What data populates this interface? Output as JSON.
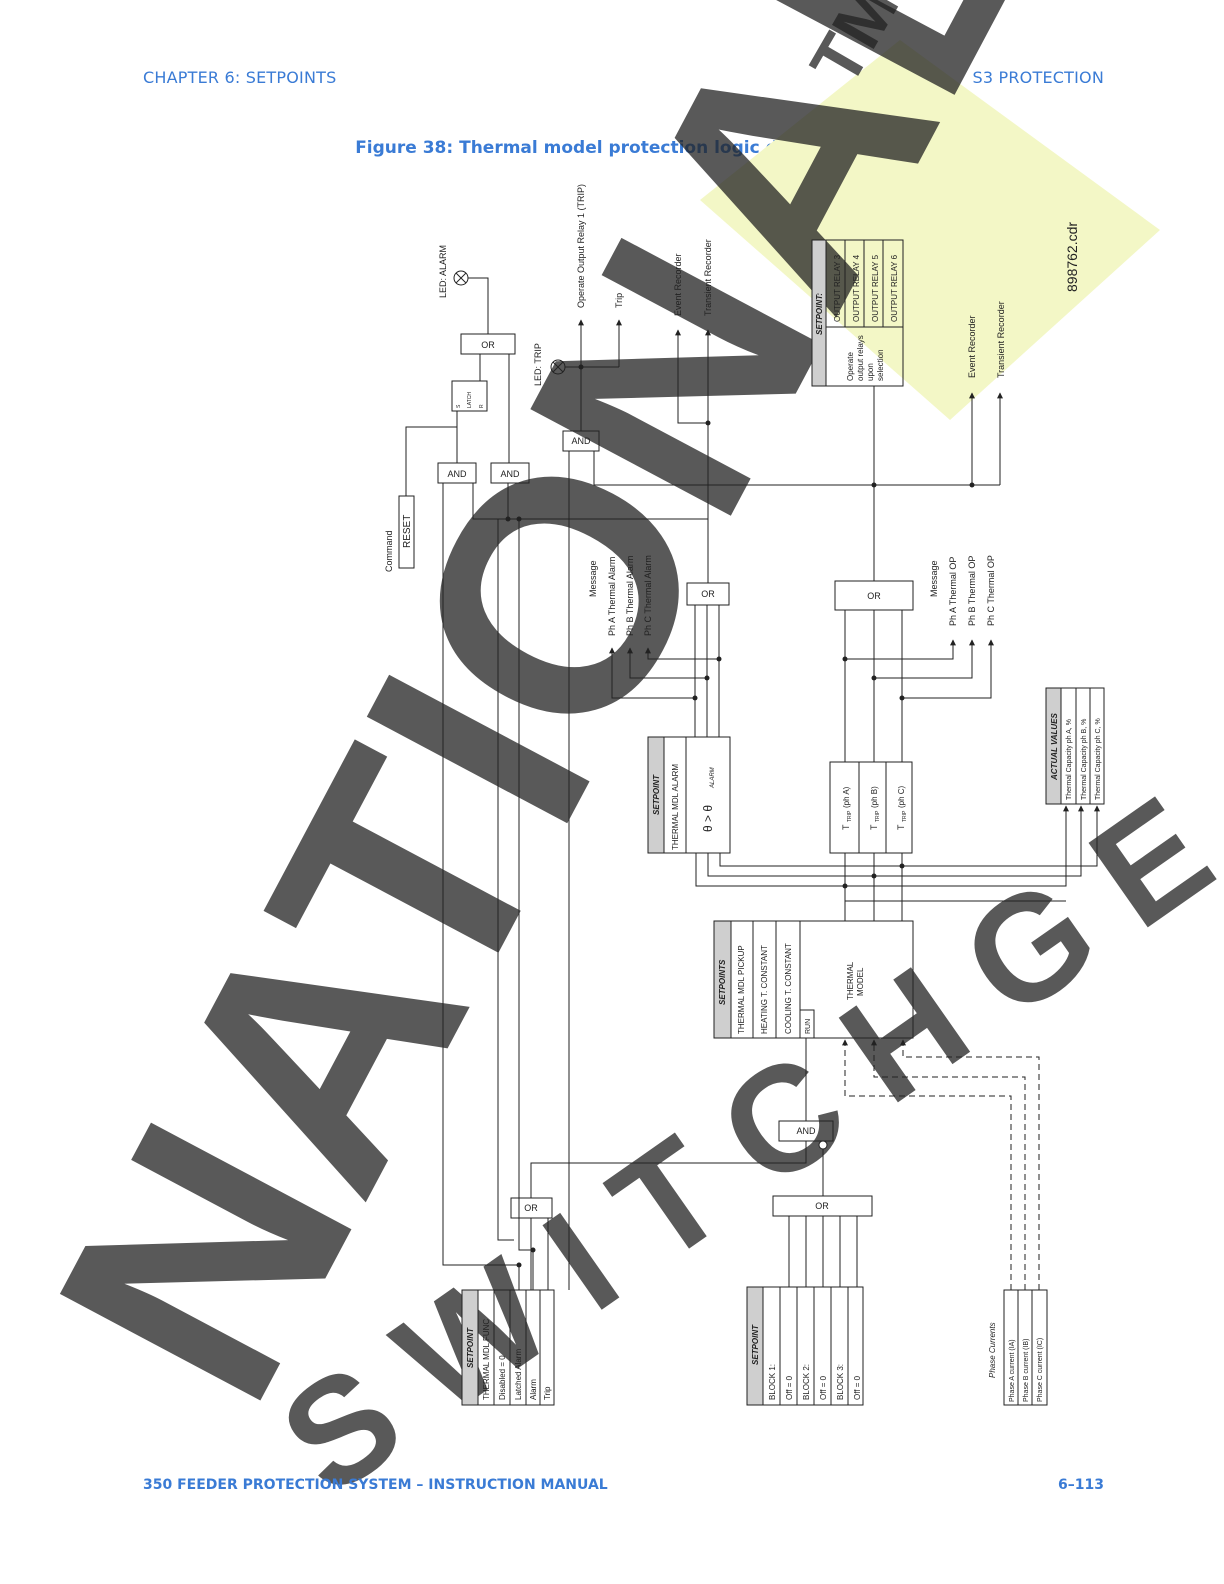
{
  "header": {
    "chapter": "CHAPTER 6: SETPOINTS",
    "section": "S3 PROTECTION"
  },
  "figure": {
    "title": "Figure 38: Thermal model protection logic diagram",
    "code": "898762.cdr"
  },
  "footer": {
    "manual": "350 FEEDER PROTECTION SYSTEM – INSTRUCTION MANUAL",
    "page": "6–113"
  },
  "watermark": {
    "big": "NATIONAL",
    "small": "SWITCHGEAR",
    "tm": "TM"
  },
  "gates": {
    "and": "AND",
    "or": "OR"
  },
  "latch": {
    "s": "S",
    "latch": "LATCH",
    "r": "R"
  },
  "reset": {
    "command": "Command",
    "reset": "RESET"
  },
  "leds": {
    "alarm": "LED: ALARM",
    "trip": "LED: TRIP"
  },
  "trip_outputs": {
    "relay1": "Operate Output Relay 1 (TRIP)",
    "trip": "Trip"
  },
  "recorders": {
    "event": "Event Recorder",
    "transient": "Transient Recorder"
  },
  "relays_setpoint": {
    "title": "SETPOINT:",
    "operate": [
      "Operate",
      "output relays",
      "upon",
      "selection"
    ],
    "items": [
      "OUTPUT RELAY 3",
      "OUTPUT RELAY 4",
      "OUTPUT RELAY 5",
      "OUTPUT RELAY 6"
    ]
  },
  "alarm_messages": {
    "title": "Message",
    "items": [
      "Ph A Thermal Alarm",
      "Ph B Thermal Alarm",
      "Ph C Thermal Alarm"
    ]
  },
  "op_messages": {
    "title": "Message",
    "items": [
      "Ph A Thermal OP",
      "Ph B Thermal OP",
      "Ph C Thermal OP"
    ]
  },
  "alarm_setpoint": {
    "title": "SETPOINT",
    "label": "THERMAL MDL ALARM",
    "expr": "θ > θ",
    "sub": "ALARM"
  },
  "ttrip": {
    "t": "T",
    "sub": "TRIP",
    "phases": [
      "(ph A)",
      "(ph B)",
      "(ph C)"
    ]
  },
  "actual_values": {
    "title": "ACTUAL VALUES",
    "items": [
      "Thermal Capacity ph A, %",
      "Thermal Capacity ph B, %",
      "Thermal Capacity ph C, %"
    ]
  },
  "thermal_setpoints": {
    "title": "SETPOINTS",
    "items": [
      "THERMAL MDL PICKUP",
      "HEATING T. CONSTANT",
      "COOLING T. CONSTANT"
    ],
    "run": "RUN",
    "model": [
      "THERMAL",
      "MODEL"
    ]
  },
  "func_setpoint": {
    "title": "SETPOINT",
    "items": [
      "THERMAL MDL FUNC",
      "Disabled = 0",
      "Latched Alarm",
      "Alarm",
      "Trip"
    ]
  },
  "block_setpoint": {
    "title": "SETPOINT",
    "items": [
      "BLOCK 1:",
      "Off = 0",
      "BLOCK 2:",
      "Off = 0",
      "BLOCK 3:",
      "Off = 0"
    ]
  },
  "phase_currents": {
    "title": "Phase Currents",
    "items": [
      "Phase A current (IA)",
      "Phase B current (IB)",
      "Phase C current (IC)"
    ]
  },
  "colors": {
    "accent": "#3a7bd5",
    "watermark_gray": "#dcdcdc",
    "watermark_yellow": "#f3f7c6",
    "line": "#222222",
    "header_fill": "#cfcfcf"
  }
}
